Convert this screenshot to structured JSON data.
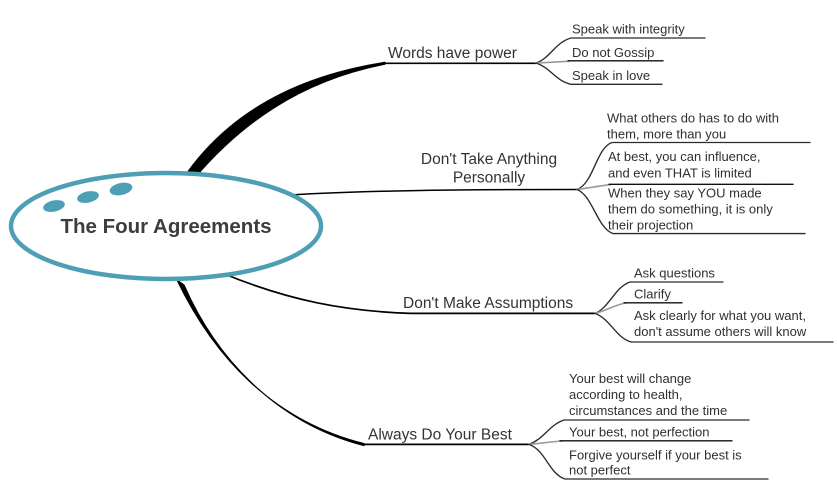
{
  "center": {
    "label": "The Four Agreements"
  },
  "branches": [
    {
      "label_lines": [
        "Words have power"
      ],
      "children": [
        {
          "lines": [
            "Speak with integrity"
          ]
        },
        {
          "lines": [
            "Do not Gossip"
          ]
        },
        {
          "lines": [
            "Speak in love"
          ]
        }
      ]
    },
    {
      "label_lines": [
        "Don't Take Anything",
        "Personally"
      ],
      "children": [
        {
          "lines": [
            "What others do has to do with",
            "them, more than you"
          ]
        },
        {
          "lines": [
            "At best, you can influence,",
            "and even THAT is limited"
          ]
        },
        {
          "lines": [
            "When they say YOU made",
            "them do something, it is only",
            "their projection"
          ]
        }
      ]
    },
    {
      "label_lines": [
        "Don't Make Assumptions"
      ],
      "children": [
        {
          "lines": [
            "Ask questions"
          ]
        },
        {
          "lines": [
            "Clarify"
          ]
        },
        {
          "lines": [
            "Ask clearly for what you want,",
            "don't assume others will know"
          ]
        }
      ]
    },
    {
      "label_lines": [
        "Always Do Your Best"
      ],
      "children": [
        {
          "lines": [
            "Your best will change",
            "according to health,",
            "circumstances and the time"
          ]
        },
        {
          "lines": [
            "Your best, not perfection"
          ]
        },
        {
          "lines": [
            "Forgive yourself if your best is",
            "not perfect"
          ]
        }
      ]
    }
  ],
  "colors": {
    "node_border": "#4d9fb5",
    "node_fill": "#ffffff",
    "accent_dots": "#4d9fb5",
    "center_text": "#3d3d3d",
    "line_black": "#000000",
    "connector_gray": "#9a9a9a"
  }
}
